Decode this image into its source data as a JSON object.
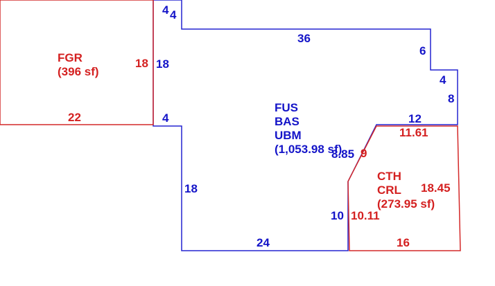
{
  "colors": {
    "blue": "#1414c8",
    "red": "#d42020",
    "blue_line": "#2424d0",
    "red_line": "#d42828",
    "background": "#ffffff"
  },
  "areas": {
    "fgr": {
      "line1": "FGR",
      "line2": "(396 sf)"
    },
    "main": {
      "line1": "FUS",
      "line2": "BAS",
      "line3": "UBM",
      "line4": "(1,053.98 sf)"
    },
    "cth": {
      "line1": "CTH",
      "line2": "CRL",
      "line3": "(273.95 sf)"
    }
  },
  "dimensions": {
    "fgr_bottom": "22",
    "fgr_right": "18",
    "main_top_notch_a": "4",
    "main_top_notch_b": "4",
    "main_top": "36",
    "main_right_a": "6",
    "main_right_notch": "4",
    "main_right_b": "8",
    "main_left_upper": "18",
    "main_left_step": "4",
    "main_left_lower": "18",
    "main_bottom": "24",
    "main_right_lower": "10",
    "main_diagonal": "8.85",
    "main_cth_top": "12",
    "cth_top": "11.61",
    "cth_diagonal": "9",
    "cth_right": "18.45",
    "cth_left": "10.11",
    "cth_bottom": "16"
  }
}
